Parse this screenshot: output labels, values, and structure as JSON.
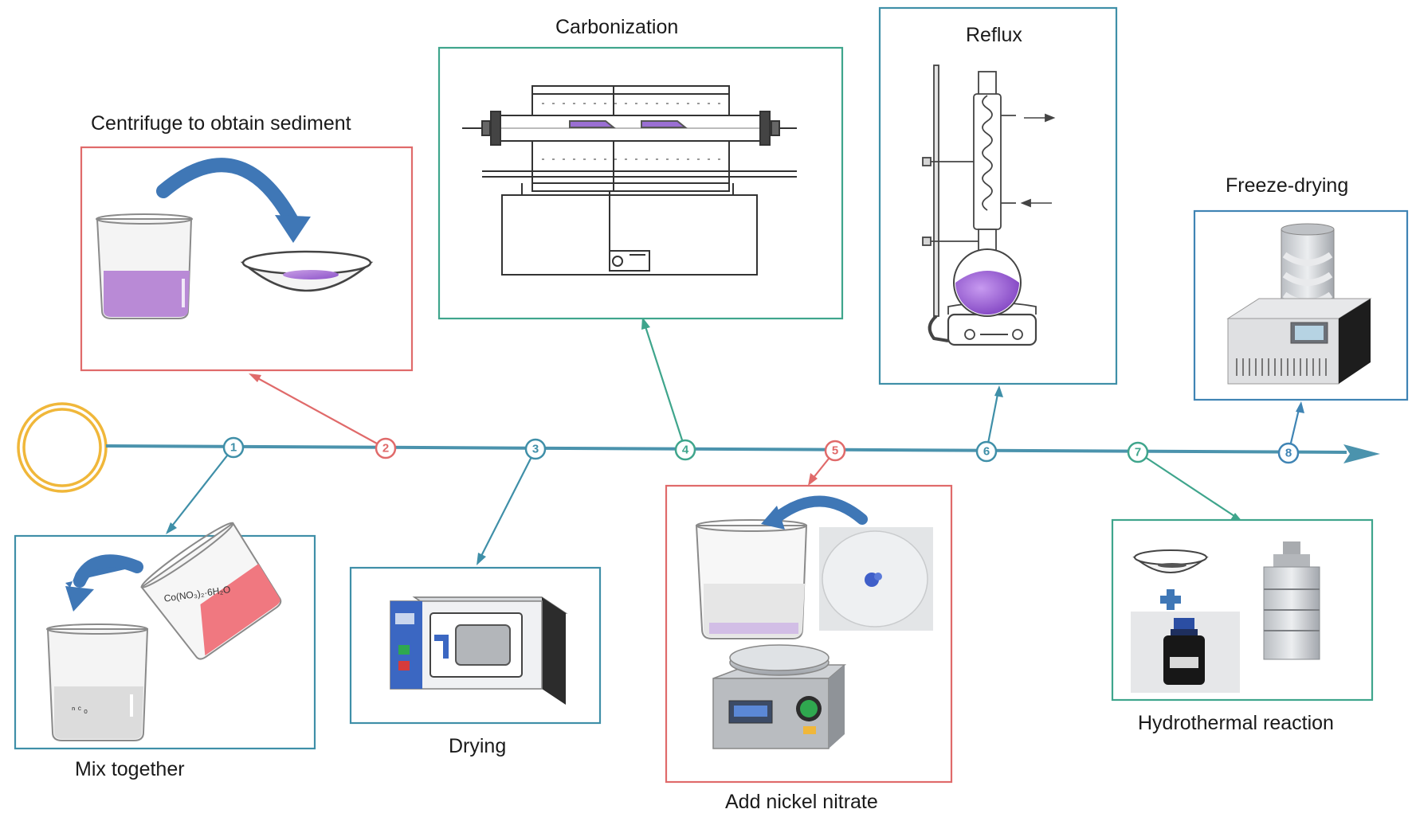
{
  "colors": {
    "teal": "#3f8fa8",
    "green": "#3fa58c",
    "red": "#e06a6a",
    "blue": "#3f84b4",
    "timeline": "#4b93ad",
    "start_ring": "#f0b73a",
    "liquid_purple": "#b98ad6",
    "liquid_pink": "#f07880",
    "arrow_blue": "#3f77b6"
  },
  "timeline": {
    "start_icon": "ring-icon",
    "end_icon": "arrowhead-icon",
    "markers": [
      {
        "number": "1",
        "color": "#3f8fa8"
      },
      {
        "number": "2",
        "color": "#e06a6a"
      },
      {
        "number": "3",
        "color": "#3f8fa8"
      },
      {
        "number": "4",
        "color": "#3fa58c"
      },
      {
        "number": "5",
        "color": "#e06a6a"
      },
      {
        "number": "6",
        "color": "#3f8fa8"
      },
      {
        "number": "7",
        "color": "#3fa58c"
      },
      {
        "number": "8",
        "color": "#3f84b4"
      }
    ]
  },
  "steps": [
    {
      "number": "1",
      "label": "Mix together",
      "icon": "beaker-pouring-icon",
      "formula": "Co(NO₃)₂·6H₂O"
    },
    {
      "number": "2",
      "label": "Centrifuge to obtain sediment",
      "icon": "beaker-to-dish-icon"
    },
    {
      "number": "3",
      "label": "Drying",
      "icon": "drying-oven-icon"
    },
    {
      "number": "4",
      "label": "Carbonization",
      "icon": "tube-furnace-icon"
    },
    {
      "number": "5",
      "label": "Add nickel nitrate",
      "icon": "magnetic-stirrer-icon"
    },
    {
      "number": "6",
      "label": "Reflux",
      "icon": "reflux-condenser-icon"
    },
    {
      "number": "7",
      "label": "Hydrothermal reaction",
      "icon": "autoclave-icon"
    },
    {
      "number": "8",
      "label": "Freeze-drying",
      "icon": "freeze-dryer-icon"
    }
  ]
}
